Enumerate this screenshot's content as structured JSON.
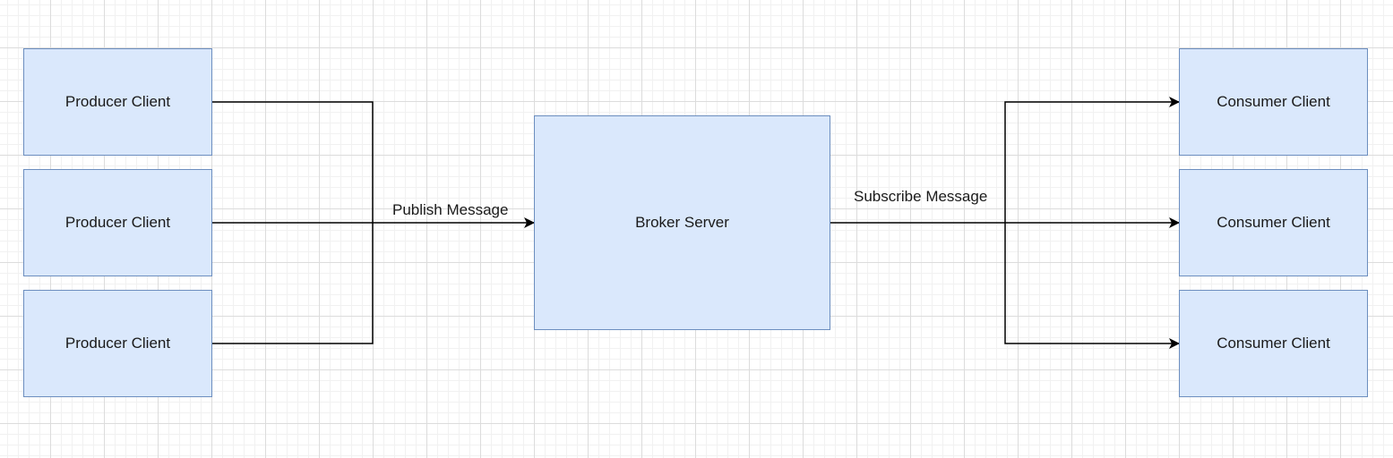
{
  "diagram": {
    "producers": [
      {
        "label": "Producer Client"
      },
      {
        "label": "Producer Client"
      },
      {
        "label": "Producer Client"
      }
    ],
    "broker": {
      "label": "Broker Server"
    },
    "consumers": [
      {
        "label": "Consumer Client"
      },
      {
        "label": "Consumer Client"
      },
      {
        "label": "Consumer Client"
      }
    ],
    "edges": {
      "publish_label": "Publish Message",
      "subscribe_label": "Subscribe Message"
    },
    "colors": {
      "node_fill": "#dae8fc",
      "node_stroke": "#6c8ebf",
      "edge": "#000000"
    }
  }
}
